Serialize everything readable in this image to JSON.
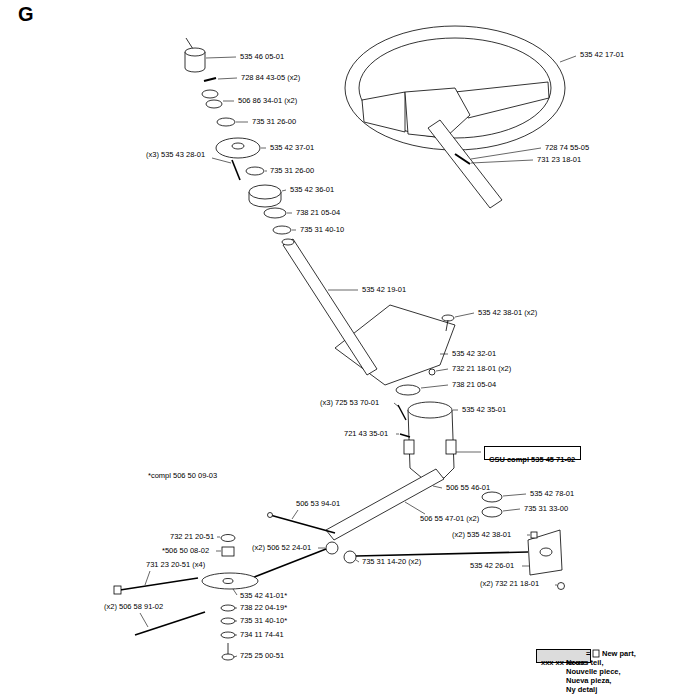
{
  "diagram": {
    "title": "G",
    "nodes": [
      {
        "text": [
          "CSU compl 535 45 71-02"
        ]
      },
      {
        "text": [
          "xxx xx xx-xx"
        ]
      }
    ],
    "labels": [
      "535 46 05-01",
      "728 84 43-05 (x2)",
      "535 42 17-01",
      "506 86 34-01 (x2)",
      "735 31 26-00",
      "535 42 37-01",
      "(x3) 535 43 28-01",
      "735 31 26-00",
      "728 74 55-05",
      "731 23 18-01",
      "535 42 36-01",
      "738 21 05-04",
      "735 31 40-10",
      "535 42 19-01",
      "535 42 38-01 (x2)",
      "535 42 32-01",
      "732 21 18-01 (x2)",
      "738 21 05-04",
      "(x3) 725 53 70-01",
      "535 42 35-01",
      "721 43 35-01",
      "*compl 506 50 09-03",
      "506 55 46-01",
      "506 53 94-01",
      "535 42 78-01",
      "735 31 33-00",
      "506 55 47-01 (x2)",
      "(x2) 535 42 38-01",
      "732 21 20-51",
      "*506 50 08-02",
      "(x2) 506 52 24-01",
      "535 42 26-01",
      "731 23 20-51 (x4)",
      "735 31 14-20 (x2)",
      "(x2) 732 21 18-01",
      "535 42 41-01*",
      "738 22 04-19*",
      "(x2) 506 58 91-02",
      "735 31 40-10*",
      "734 11 74-41",
      "725 25 00-51",
      "=",
      "New part,",
      "Neues teil,",
      "Nouvelle piece,",
      "Nueva pieza,",
      "Ny detalj"
    ]
  }
}
